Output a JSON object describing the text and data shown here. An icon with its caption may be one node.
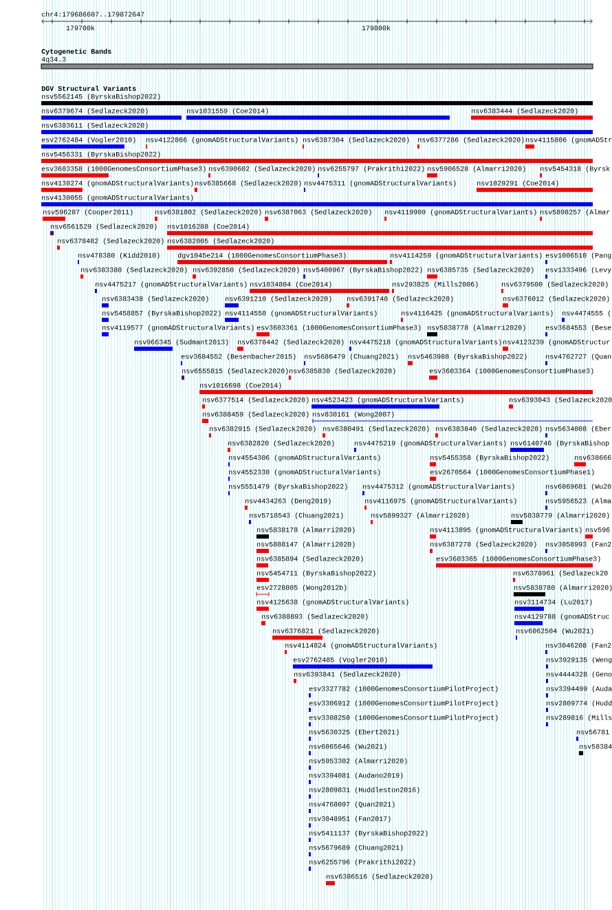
{
  "diagram": {
    "nodes": [
      {
        "text": [
          "4q34.3"
        ]
      },
      {
        "text": [
          "nsv5562145 (ByrskaBishop2022)"
        ]
      },
      {
        "text": [
          "nsv6379674 (Sedlazeck2020)"
        ]
      },
      {
        "text": [
          "nsv1031559 (Coe2014)"
        ]
      },
      {
        "text": [
          "nsv6383444 (Sedlazeck2020)"
        ]
      },
      {
        "text": [
          "nsv6383611 (Sedlazeck2020)"
        ]
      },
      {
        "text": [
          "esv2762484 (Vogler2010)"
        ]
      },
      {
        "text": [
          "nsv4122866 (gnomADStructuralVariants)"
        ]
      },
      {
        "text": [
          "nsv6387304 (Sedlazeck2020)"
        ]
      },
      {
        "text": [
          "nsv6377286 (Sedlazeck2020)"
        ]
      },
      {
        "text": [
          "nsv4115806 (gnomADStr"
        ]
      },
      {
        "text": [
          "nsv5456331 (ByrskaBishop2022)"
        ]
      },
      {
        "text": [
          "esv3603358 (1000GenomesConsortiumPhase3)"
        ]
      },
      {
        "text": [
          "nsv6390602 (Sedlazeck2020)"
        ]
      },
      {
        "text": [
          "nsv6255797 (Prakrithi2022)"
        ]
      },
      {
        "text": [
          "nsv5906528 (Almarri2020)"
        ]
      },
      {
        "text": [
          "nsv5454318 (Byrsk"
        ]
      },
      {
        "text": [
          "nsv4130274 (gnomADStructuralVariants)"
        ]
      },
      {
        "text": [
          "nsv6385668 (Sedlazeck2020)"
        ]
      },
      {
        "text": [
          "nsv4475311 (gnomADStructuralVariants)"
        ]
      },
      {
        "text": [
          "nsv1029291 (Coe2014)"
        ]
      },
      {
        "text": [
          "nsv4130055 (gnomADStructuralVariants)"
        ]
      },
      {
        "text": [
          "nsv596287 (Cooper2011)"
        ]
      },
      {
        "text": [
          "nsv6381802 (Sedlazeck2020)"
        ]
      },
      {
        "text": [
          "nsv6387063 (Sedlazeck2020)"
        ]
      },
      {
        "text": [
          "nsv4119909 (gnomADStructuralVariants)"
        ]
      },
      {
        "text": [
          "nsv5898257 (Almar"
        ]
      },
      {
        "text": [
          "nsv6561529 (Sedlazeck2020)"
        ]
      },
      {
        "text": [
          "nsv1016288 (Coe2014)"
        ]
      },
      {
        "text": [
          "nsv6378482 (Sedlazeck2020)"
        ]
      },
      {
        "text": [
          "nsv6382005 (Sedlazeck2020)"
        ]
      },
      {
        "text": [
          "nsv478380 (Kidd2010)"
        ]
      },
      {
        "text": [
          "dgv1045e214 (1000GenomesConsortiumPhase3)"
        ]
      },
      {
        "text": [
          "nsv4114259 (gnomADStructuralVariants)"
        ]
      },
      {
        "text": [
          "esv1006510 (Pang"
        ]
      },
      {
        "text": [
          "nsv6383380 (Sedlazeck2020)"
        ]
      },
      {
        "text": [
          "nsv6392850 (Sedlazeck2020)"
        ]
      },
      {
        "text": [
          "nsv5400967 (ByrskaBishop2022)"
        ]
      },
      {
        "text": [
          "nsv6385735 (Sedlazeck2020)"
        ]
      },
      {
        "text": [
          "esv1333496 (Levy"
        ]
      },
      {
        "text": [
          "nsv4475217 (gnomADStructuralVariants)"
        ]
      },
      {
        "text": [
          "nsv1034804 (Coe2014)"
        ]
      },
      {
        "text": [
          "nsv293825 (Mills2006)"
        ]
      },
      {
        "text": [
          "nsv6379500 (Sedlazeck2020)"
        ]
      },
      {
        "text": [
          "nsv6383438 (Sedlazeck2020)"
        ]
      },
      {
        "text": [
          "nsv6391210 (Sedlazeck2020)"
        ]
      },
      {
        "text": [
          "nsv6391740 (Sedlazeck2020)"
        ]
      },
      {
        "text": [
          "nsv6376012 (Sedlazeck2020)"
        ]
      },
      {
        "text": [
          "nsv5458857 (ByrskaBishop2022)"
        ]
      },
      {
        "text": [
          "nsv4114550 (gnomADStructuralVariants)"
        ]
      },
      {
        "text": [
          "nsv4116425 (gnomADStructuralVariants)"
        ]
      },
      {
        "text": [
          "nsv4474555 ("
        ]
      },
      {
        "text": [
          "nsv4119577 (gnomADStructuralVariants)"
        ]
      },
      {
        "text": [
          "esv3603361 (1000GenomesConsortiumPhase3)"
        ]
      },
      {
        "text": [
          "nsv5838778 (Almarri2020)"
        ]
      },
      {
        "text": [
          "esv3684553 (Bese"
        ]
      },
      {
        "text": [
          "nsv966345 (Sudmant2013)"
        ]
      },
      {
        "text": [
          "nsv6378442 (Sedlazeck2020)"
        ]
      },
      {
        "text": [
          "nsv4475218 (gnomADStructuralVariants)"
        ]
      },
      {
        "text": [
          "nsv4123239 (gnomADStructur"
        ]
      },
      {
        "text": [
          "esv3684552 (Besenbacher2015)"
        ]
      },
      {
        "text": [
          "nsv5686479 (Chuang2021)"
        ]
      },
      {
        "text": [
          "nsv5463988 (ByrskaBishop2022)"
        ]
      },
      {
        "text": [
          "nsv4762727 (Quan"
        ]
      },
      {
        "text": [
          "nsv6555815 (Sedlazeck2020)"
        ]
      },
      {
        "text": [
          "nsv6385830 (Sedlazeck2020)"
        ]
      },
      {
        "text": [
          "esv3603364 (1000GenomesConsortiumPhase3)"
        ]
      },
      {
        "text": [
          "nsv1016698 (Coe2014)"
        ]
      },
      {
        "text": [
          "nsv6377514 (Sedlazeck2020)"
        ]
      },
      {
        "text": [
          "nsv4523423 (gnomADStructuralVariants)"
        ]
      },
      {
        "text": [
          "nsv6393043 (Sedlazeck2020"
        ]
      },
      {
        "text": [
          "nsv6388459 (Sedlazeck2020)"
        ]
      },
      {
        "text": [
          "nsv830161 (Wong2007)"
        ]
      },
      {
        "text": [
          "nsv6382915 (Sedlazeck2020)"
        ]
      },
      {
        "text": [
          "nsv6380491 (Sedlazeck2020)"
        ]
      },
      {
        "text": [
          "nsv6383840 (Sedlazeck2020)"
        ]
      },
      {
        "text": [
          "nsv5634008 (Eber"
        ]
      },
      {
        "text": [
          "nsv6382820 (Sedlazeck2020)"
        ]
      },
      {
        "text": [
          "nsv4475219 (gnomADStructuralVariants)"
        ]
      },
      {
        "text": [
          "nsv6140746 (ByrskaBishop"
        ]
      },
      {
        "text": [
          "nsv4554306 (gnomADStructuralVariants)"
        ]
      },
      {
        "text": [
          "nsv5455358 (ByrskaBishop2022)"
        ]
      },
      {
        "text": [
          "nsv638666"
        ]
      },
      {
        "text": [
          "nsv4552330 (gnomADStructuralVariants)"
        ]
      },
      {
        "text": [
          "esv2670564 (1000GenomesConsortiumPhase1)"
        ]
      },
      {
        "text": [
          "nsv5551479 (ByrskaBishop2022)"
        ]
      },
      {
        "text": [
          "nsv4475312 (gnomADStructuralVariants)"
        ]
      },
      {
        "text": [
          "nsv6069601 (Wu20"
        ]
      },
      {
        "text": [
          "nsv4434263 (Deng2019)"
        ]
      },
      {
        "text": [
          "nsv4116975 (gnomADStructuralVariants)"
        ]
      },
      {
        "text": [
          "nsv5956523 (Alma"
        ]
      },
      {
        "text": [
          "nsv5718543 (Chuang2021)"
        ]
      },
      {
        "text": [
          "nsv5899327 (Almarri2020)"
        ]
      },
      {
        "text": [
          "nsv5838779 (Almarri2020)"
        ]
      },
      {
        "text": [
          "nsv5838178 (Almarri2020)"
        ]
      },
      {
        "text": [
          "nsv4113895 (gnomADStructuralVariants)"
        ]
      },
      {
        "text": [
          "nsv596"
        ]
      },
      {
        "text": [
          "nsv5888147 (Almarri2020)"
        ]
      },
      {
        "text": [
          "nsv6387278 (Sedlazeck2020)"
        ]
      },
      {
        "text": [
          "nsv3058993 (Fan2"
        ]
      },
      {
        "text": [
          "nsv6385894 (Sedlazeck2020)"
        ]
      },
      {
        "text": [
          "esv3603365 (1000GenomesConsortiumPhase3)"
        ]
      },
      {
        "text": [
          "nsv5454711 (ByrskaBishop2022)"
        ]
      },
      {
        "text": [
          "nsv6378961 (Sedlazeck20"
        ]
      },
      {
        "text": [
          "esv2728805 (Wong2012b)"
        ]
      },
      {
        "text": [
          "nsv5838780 (Almarri2020)"
        ]
      },
      {
        "text": [
          "nsv4125638 (gnomADStructuralVariants)"
        ]
      },
      {
        "text": [
          "nsv3114734 (Lu2017)"
        ]
      },
      {
        "text": [
          "nsv6388893 (Sedlazeck2020)"
        ]
      },
      {
        "text": [
          "nsv4129788 (gnomADStruc"
        ]
      },
      {
        "text": [
          "nsv6376821 (Sedlazeck2020)"
        ]
      },
      {
        "text": [
          "nsv6062504 (Wu2021)"
        ]
      },
      {
        "text": [
          "nsv4114824 (gnomADStructuralVariants)"
        ]
      },
      {
        "text": [
          "nsv3046208 (Fan2"
        ]
      },
      {
        "text": [
          "esv2762485 (Vogler2010)"
        ]
      },
      {
        "text": [
          "nsv3929135 (Weng"
        ]
      },
      {
        "text": [
          "nsv6393841 (Sedlazeck2020)"
        ]
      },
      {
        "text": [
          "nsv4444328 (Geno"
        ]
      },
      {
        "text": [
          "esv3327782 (1000GenomesConsortiumPilotProject)"
        ]
      },
      {
        "text": [
          "nsv3394499 (Auda"
        ]
      },
      {
        "text": [
          "esv3306912 (1000GenomesConsortiumPilotProject)"
        ]
      },
      {
        "text": [
          "nsv2809774 (Hudd"
        ]
      },
      {
        "text": [
          "esv3308250 (1000GenomesConsortiumPilotProject)"
        ]
      },
      {
        "text": [
          "nsv289816 (Mills"
        ]
      },
      {
        "text": [
          "nsv5630325 (Ebert2021)"
        ]
      },
      {
        "text": [
          "nsv56781"
        ]
      },
      {
        "text": [
          "nsv6065646 (Wu2021)"
        ]
      },
      {
        "text": [
          "nsv58384"
        ]
      },
      {
        "text": [
          "nsv5953302 (Almarri2020)"
        ]
      },
      {
        "text": [
          "nsv3394081 (Audano2019)"
        ]
      },
      {
        "text": [
          "nsv2809831 (Huddleston2016)"
        ]
      },
      {
        "text": [
          "nsv4768097 (Quan2021)"
        ]
      },
      {
        "text": [
          "nsv3048951 (Fan2017)"
        ]
      },
      {
        "text": [
          "nsv5411137 (ByrskaBishop2022)"
        ]
      },
      {
        "text": [
          "nsv5679689 (Chuang2021)"
        ]
      },
      {
        "text": [
          "nsv6255796 (Prakrithi2022)"
        ]
      },
      {
        "text": [
          "nsv6386516 (Sedlazeck2020)"
        ]
      }
    ],
    "labels": [
      "chr4:179686607..179872647",
      "179700k",
      "179800k",
      "Cytogenetic Bands",
      "DGV Structural Variants"
    ]
  }
}
